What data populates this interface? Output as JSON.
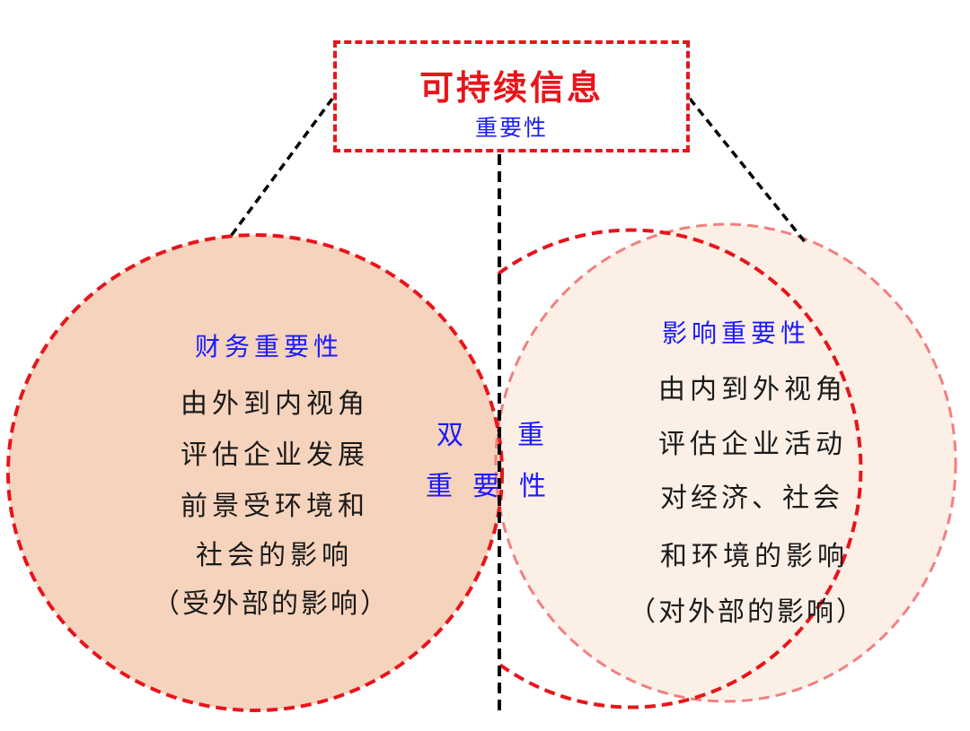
{
  "top_box": {
    "title": "可持续信息",
    "subtitle": "重要性"
  },
  "left_circle": {
    "heading": "财务重要性",
    "lines": [
      "由外到内视角",
      "评估企业发展",
      "前景受环境和",
      "社会的影响",
      "（受外部的影响）"
    ]
  },
  "right_circle": {
    "heading": "影响重要性",
    "lines": [
      "由内到外视角",
      "评估企业活动",
      "对经济、社会",
      "和环境的影响",
      "（对外部的影响）"
    ]
  },
  "overlap": {
    "chars": [
      "双",
      "重",
      "重",
      "要",
      "性"
    ]
  },
  "colors": {
    "dashed_red": "#e8141b",
    "label_blue": "#1a1aff",
    "left_fill": "#f5d3bc",
    "right_fill": "#fcefe6",
    "overlap_stroke": "#f08080",
    "center_line": "#000000"
  }
}
